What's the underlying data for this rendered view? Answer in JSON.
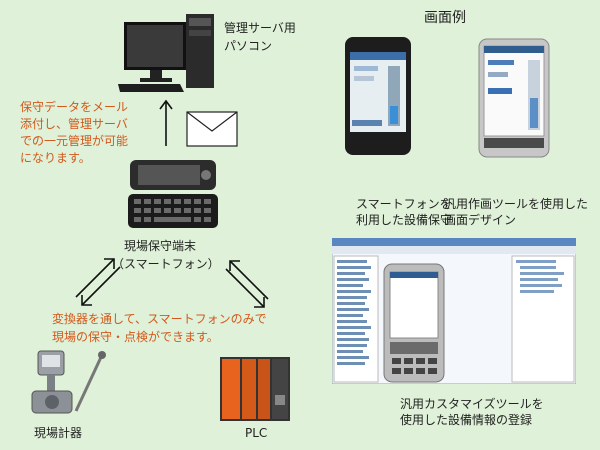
{
  "admin_pc": {
    "label_line1": "管理サーバ用",
    "label_line2": "パソコン"
  },
  "mail_note": {
    "line1": "保守データをメール",
    "line2": "添付し、管理サーバ",
    "line3": "での一元管理が可能",
    "line4": "になります。"
  },
  "field_terminal": {
    "label_line1": "現場保守端末",
    "label_line2": "（スマートフォン）"
  },
  "converter_note": {
    "line1": "変換器を通して、スマートフォンのみで",
    "line2": "現場の保守・点検ができます。"
  },
  "field_instrument": {
    "label": "現場計器"
  },
  "plc": {
    "label": "PLC"
  },
  "screen_examples": {
    "title": "画面例",
    "smartphone_caption_line1": "スマートフォンを",
    "smartphone_caption_line2": "利用した設備保守",
    "drawing_caption_line1": "汎用作画ツールを使用した",
    "drawing_caption_line2": "画面デザイン",
    "custom_caption_line1": "汎用カスタマイズツールを",
    "custom_caption_line2": "使用した設備情報の登録"
  },
  "colors": {
    "background": "#dff1d8",
    "note_text": "#d2591c",
    "plc_orange": "#e8641e"
  }
}
